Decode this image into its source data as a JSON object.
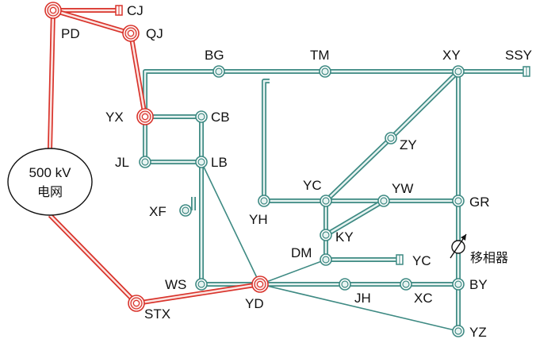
{
  "colors": {
    "grid_line": "#3e8a83",
    "grid_fill": "#e7f3f1",
    "source_line": "#d9332b",
    "source_fill": "#fbe5e2",
    "text": "#111111"
  },
  "source": {
    "line1": "500 kV",
    "line2": "电网"
  },
  "device": {
    "label": "移相器"
  },
  "nodes": [
    {
      "id": "CJ",
      "kind": "terminal",
      "label": "CJ"
    },
    {
      "id": "PD",
      "kind": "source",
      "label": "PD"
    },
    {
      "id": "QJ",
      "kind": "source",
      "label": "QJ"
    },
    {
      "id": "BG",
      "kind": "bus",
      "label": "BG"
    },
    {
      "id": "TM",
      "kind": "bus",
      "label": "TM"
    },
    {
      "id": "XY",
      "kind": "bus",
      "label": "XY"
    },
    {
      "id": "SSY",
      "kind": "terminal",
      "label": "SSY"
    },
    {
      "id": "YX",
      "kind": "source",
      "label": "YX"
    },
    {
      "id": "CB",
      "kind": "bus",
      "label": "CB"
    },
    {
      "id": "ZY",
      "kind": "bus",
      "label": "ZY"
    },
    {
      "id": "JL",
      "kind": "bus",
      "label": "JL"
    },
    {
      "id": "LB",
      "kind": "bus",
      "label": "LB"
    },
    {
      "id": "XF",
      "kind": "bus",
      "label": "XF"
    },
    {
      "id": "YC",
      "kind": "bus",
      "label": "YC"
    },
    {
      "id": "YW",
      "kind": "bus",
      "label": "YW"
    },
    {
      "id": "GR",
      "kind": "bus",
      "label": "GR"
    },
    {
      "id": "YH",
      "kind": "bus",
      "label": "YH"
    },
    {
      "id": "KY",
      "kind": "bus",
      "label": "KY"
    },
    {
      "id": "DM",
      "kind": "bus",
      "label": "DM"
    },
    {
      "id": "YC2",
      "kind": "terminal",
      "label": "YC"
    },
    {
      "id": "WS",
      "kind": "bus",
      "label": "WS"
    },
    {
      "id": "YD",
      "kind": "source",
      "label": "YD"
    },
    {
      "id": "JH",
      "kind": "bus",
      "label": "JH"
    },
    {
      "id": "XC",
      "kind": "bus",
      "label": "XC"
    },
    {
      "id": "BY",
      "kind": "bus",
      "label": "BY"
    },
    {
      "id": "STX",
      "kind": "source",
      "label": "STX"
    },
    {
      "id": "YZ",
      "kind": "bus",
      "label": "YZ"
    }
  ]
}
